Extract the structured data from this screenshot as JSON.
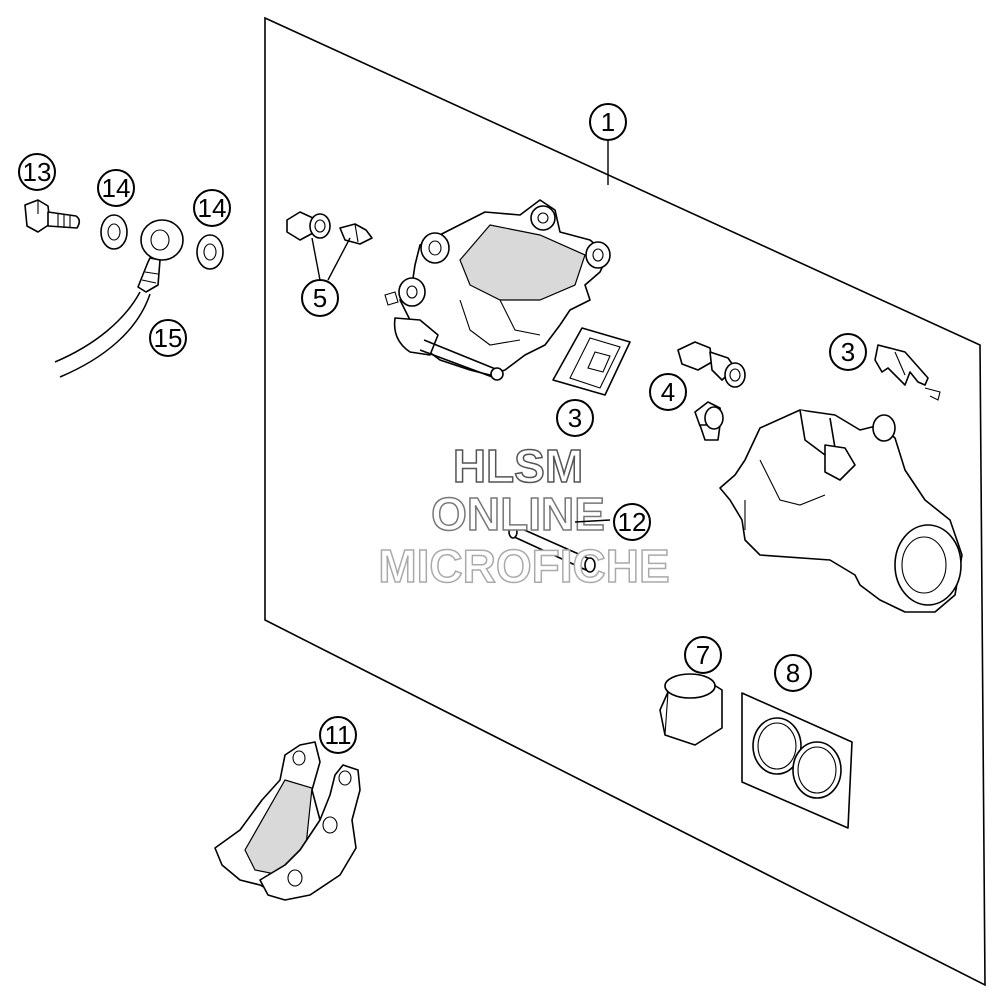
{
  "callouts": [
    {
      "id": "c1",
      "label": "1"
    },
    {
      "id": "c3a",
      "label": "3"
    },
    {
      "id": "c3b",
      "label": "3"
    },
    {
      "id": "c4",
      "label": "4"
    },
    {
      "id": "c5",
      "label": "5"
    },
    {
      "id": "c7",
      "label": "7"
    },
    {
      "id": "c8",
      "label": "8"
    },
    {
      "id": "c11",
      "label": "11"
    },
    {
      "id": "c12",
      "label": "12"
    },
    {
      "id": "c13",
      "label": "13"
    },
    {
      "id": "c14a",
      "label": "14"
    },
    {
      "id": "c14b",
      "label": "14"
    },
    {
      "id": "c15",
      "label": "15"
    }
  ],
  "watermark": {
    "line1": "HLSM",
    "line2": "ONLINE",
    "line3": "MICROFICHE",
    "colors": [
      "#555555",
      "#777777",
      "#aaaaaa"
    ]
  },
  "colors": {
    "line": "#000000",
    "background": "#ffffff",
    "shading": "#d9d9d9"
  }
}
